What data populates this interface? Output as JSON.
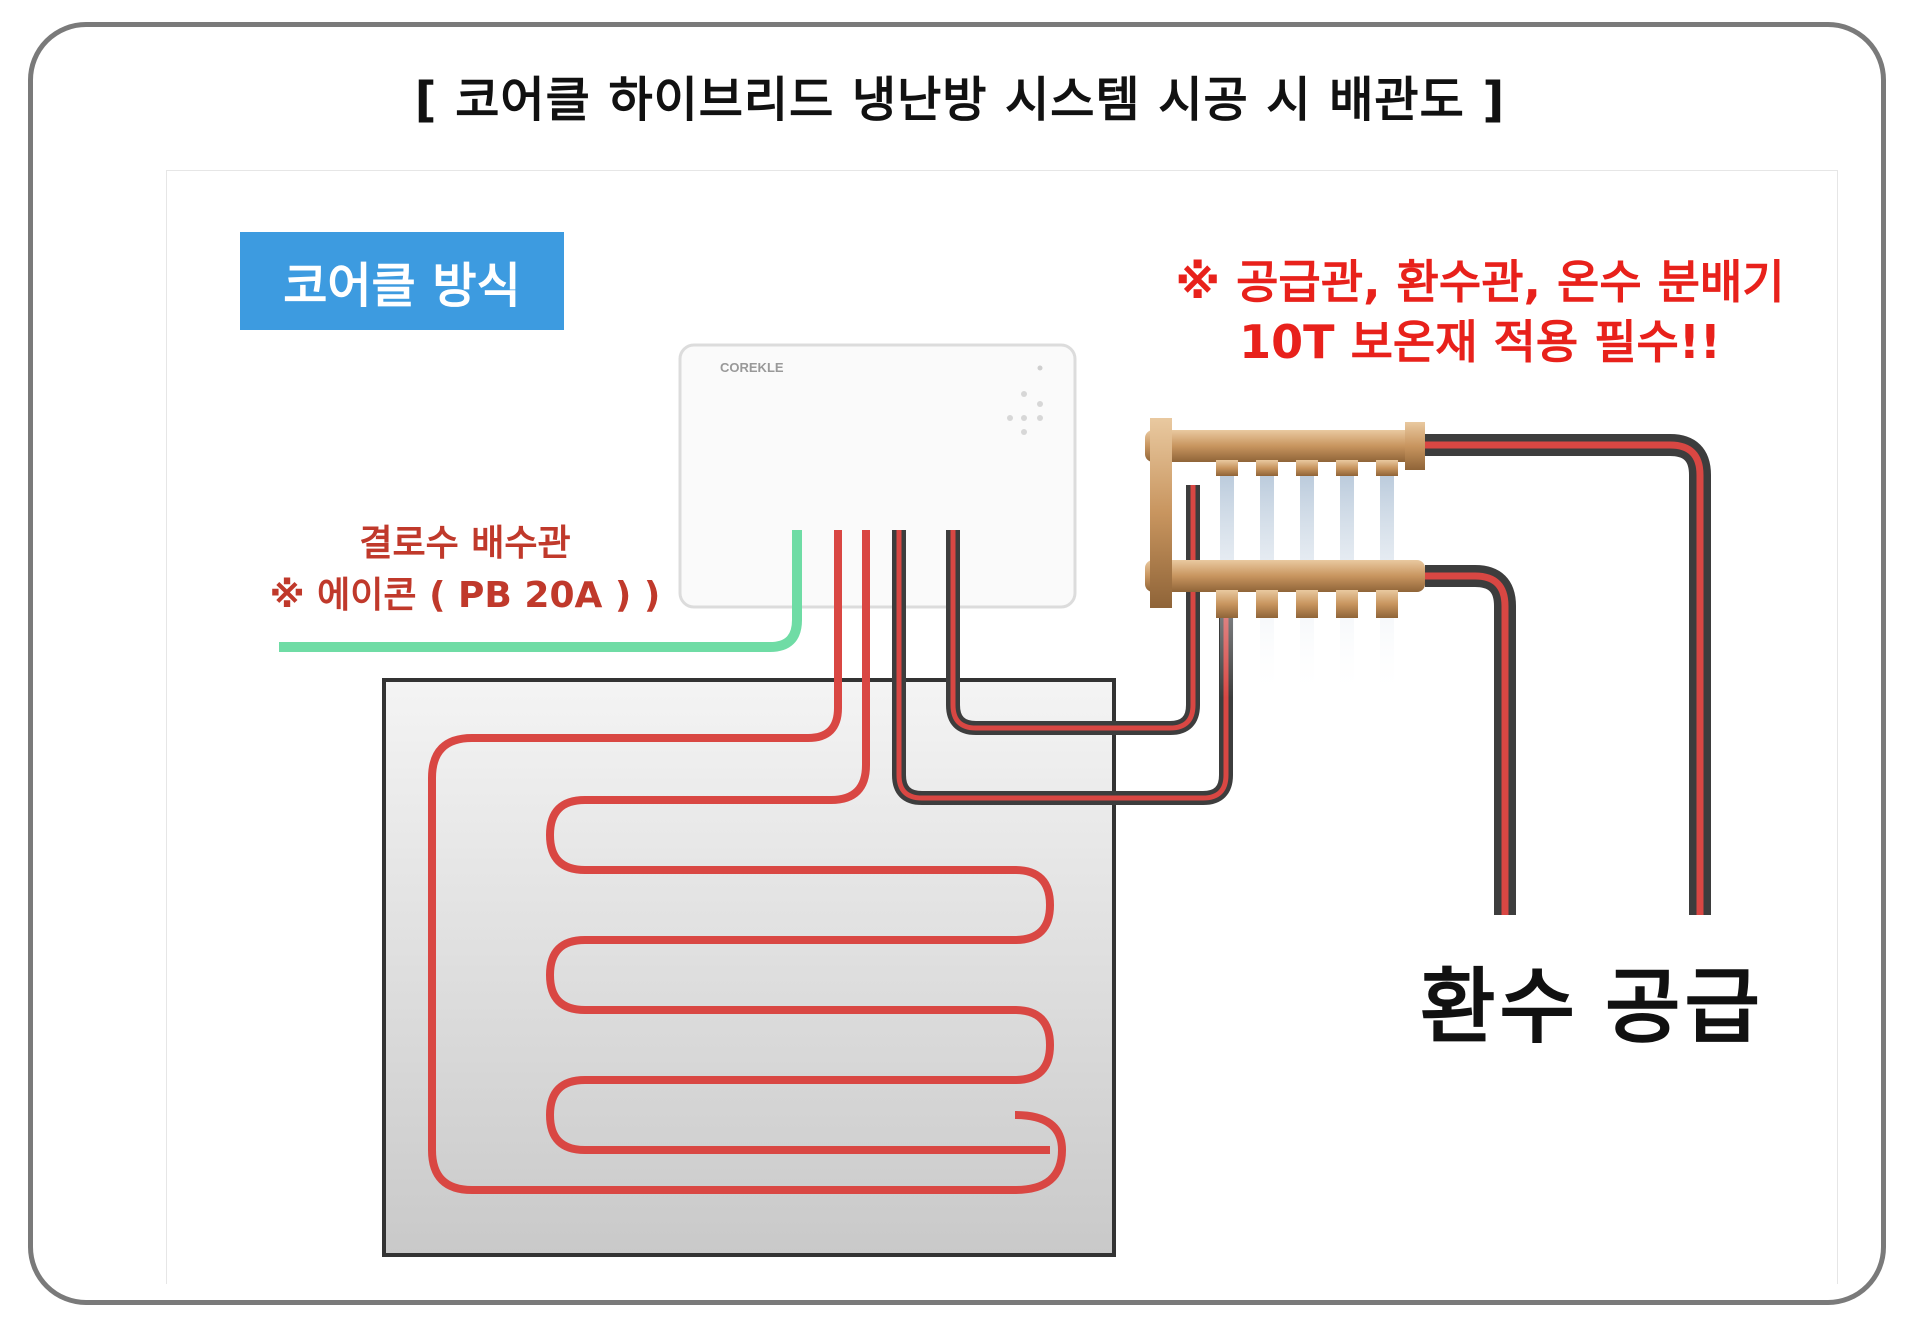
{
  "title": "[ 코어클 하이브리드 냉난방 시스템 시공 시 배관도 ]",
  "method_badge": "코어클 방식",
  "notice": {
    "line1": "※ 공급관, 환수관, 온수 분배기",
    "line2": "10T 보온재 적용 필수!!"
  },
  "drain": {
    "line1": "결로수 배수관",
    "line2": "※ 에이콘 ( PB 20A ) )"
  },
  "unit_logo": "COREKLE",
  "labels": {
    "return": "환수",
    "supply": "공급"
  },
  "colors": {
    "pipe_red": "#d94743",
    "pipe_dark": "#3d3d3d",
    "drain_green": "#6fdca5",
    "badge_blue": "#3d9be0",
    "notice_red": "#e8211b",
    "drain_text": "#c0392b"
  }
}
